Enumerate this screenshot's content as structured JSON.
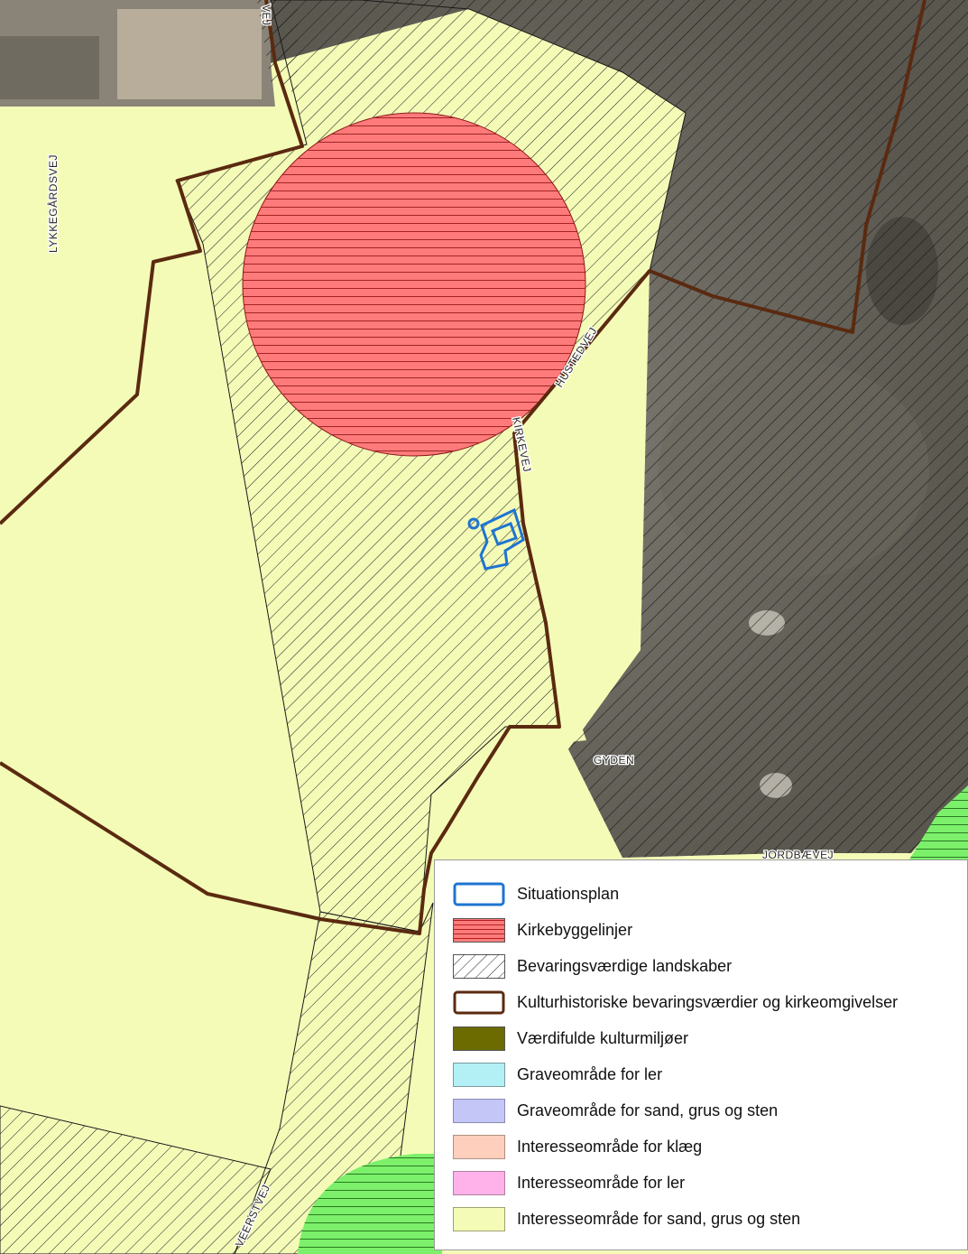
{
  "road_labels": [
    "LYKKEGÅRDSVEJ",
    "HUSTEDVEJ",
    "KIRKEVEJ",
    "GYDEN",
    "JORDBÆVEJ",
    "VEERSTVEJ",
    "VEJ"
  ],
  "legend": {
    "items": [
      {
        "label": "Situationsplan",
        "style": "outline-blue",
        "fill": "#ffffff",
        "stroke": "#1f74d1"
      },
      {
        "label": "Kirkebyggelinjer",
        "style": "hatch-horizontal",
        "fill": "#ff7b7b",
        "stroke": "#b02020"
      },
      {
        "label": "Bevaringsværdige landskaber",
        "style": "hatch-diagonal",
        "fill": "#ffffff",
        "stroke": "#222222"
      },
      {
        "label": "Kulturhistoriske bevaringsværdier og kirkeomgivelser",
        "style": "outline-brown",
        "fill": "#ffffff",
        "stroke": "#5a2a10"
      },
      {
        "label": "Værdifulde kulturmiljøer",
        "style": "solid",
        "fill": "#6b6b00",
        "stroke": "#555555"
      },
      {
        "label": "Graveområde for ler",
        "style": "solid",
        "fill": "#b3f0f6",
        "stroke": "#7a9aa0"
      },
      {
        "label": "Graveområde for sand, grus og sten",
        "style": "solid",
        "fill": "#c3c6f7",
        "stroke": "#8a8ab0"
      },
      {
        "label": "Interesseområde for klæg",
        "style": "solid",
        "fill": "#ffcfbe",
        "stroke": "#b09080"
      },
      {
        "label": "Interesseområde for ler",
        "style": "solid",
        "fill": "#ffb2e9",
        "stroke": "#b080a0"
      },
      {
        "label": "Interesseområde for sand, grus og sten",
        "style": "solid",
        "fill": "#f4fbb7",
        "stroke": "#a0a070"
      }
    ]
  },
  "colors": {
    "interest_sand": "#f4fbb7",
    "church_buffer": "#ff7b7b",
    "cultural_boundary": "#5a2a10",
    "situationsplan": "#1f74d1",
    "green_area": "#7cf06a",
    "aerial": "#6e6a62"
  }
}
